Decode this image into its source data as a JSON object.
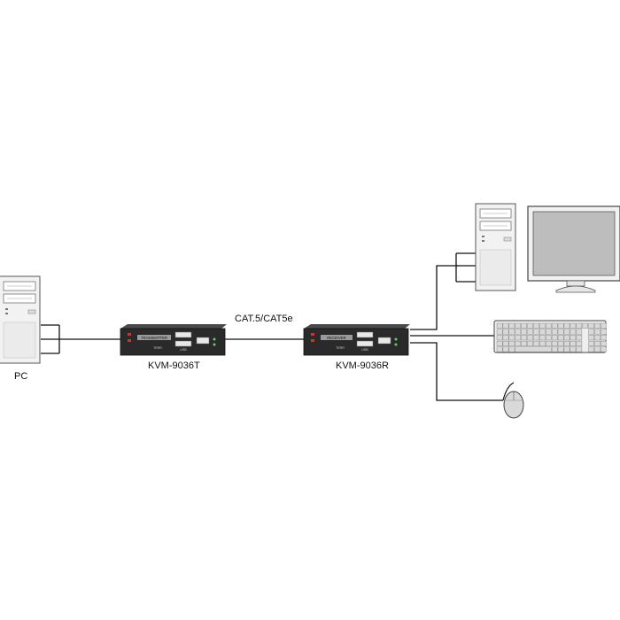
{
  "diagram": {
    "pc_label": "PC",
    "transmitter_model": "KVM-9036T",
    "receiver_model": "KVM-9036R",
    "cable_label": "CAT.5/CAT5e",
    "transmitter_panel_text": "TRANSMITTER",
    "receiver_panel_text": "RECEIVER",
    "device_brand_text": "TERR",
    "device_usb_text": "USB"
  },
  "colors": {
    "line": "#111111",
    "device_body": "#2a2a2a",
    "device_top": "#3c3c3c",
    "pc_case": "#f2f2f2",
    "monitor_screen": "#bdbdbd"
  }
}
